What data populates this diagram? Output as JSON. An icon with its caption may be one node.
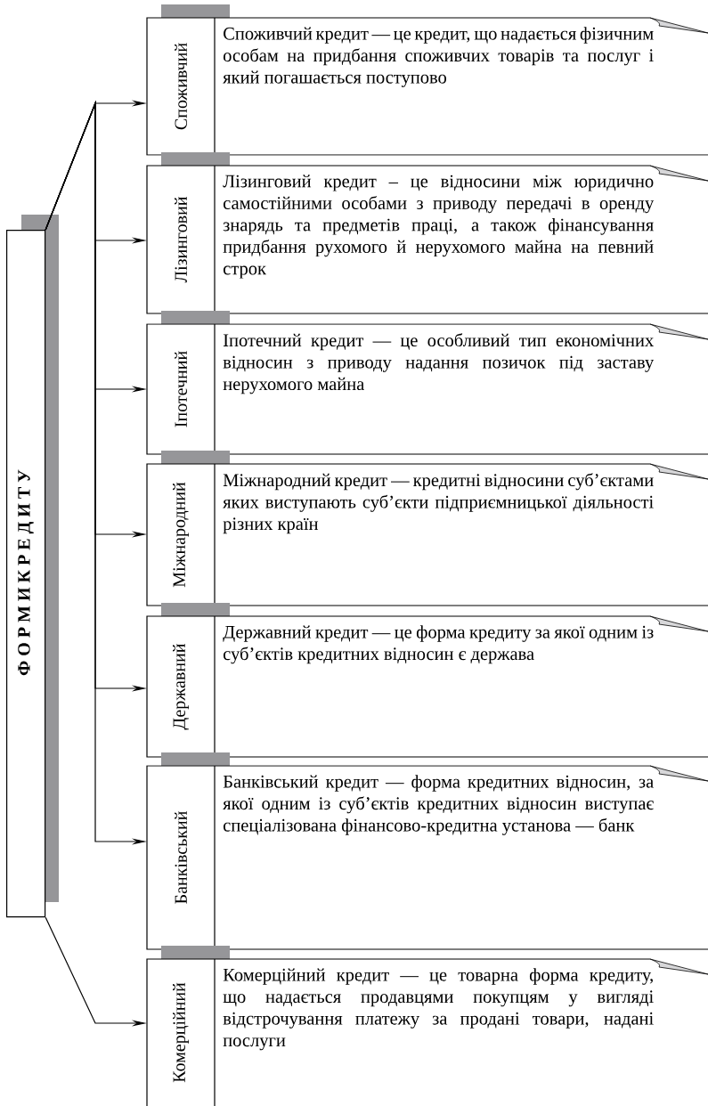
{
  "diagram": {
    "nodes": [
      {
        "text": [
          "Ф О Р М И К Р Е Д И Т У"
        ]
      },
      {
        "text": [
          "Споживчий",
          "Споживчий кредит — це кредит, що надається фізичним особам на придбання споживчих товарів та послуг і який погашається поступово"
        ]
      },
      {
        "text": [
          "Лізинговий",
          "Лізинговий кредит – це відносини між юридично самостійними особами з приводу передачі в оренду знарядь та предметів праці, а також фінансування придбання рухомого й нерухомого майна на певний строк"
        ]
      },
      {
        "text": [
          "Іпотечний",
          "Іпотечний кредит — це особливий тип економічних відносин з приводу надання позичок під заставу нерухомого майна"
        ]
      },
      {
        "text": [
          "Міжнародний",
          "Міжнародний кредит — кредитні відносини суб’єктами яких виступають суб’єкти підприємницької діяльності різних країн"
        ]
      },
      {
        "text": [
          "Державний",
          "Державний кредит — це форма кредиту за якої одним із суб’єктів кредитних відносин є держава"
        ]
      },
      {
        "text": [
          "Банківський",
          "Банківський кредит — форма кредитних відносин, за якої одним із суб’єктів кредитних відносин виступає спеціалізована фінансово-кредитна установа — банк"
        ]
      },
      {
        "text": [
          "Комерційний",
          "Комерційний кредит — це товарна форма кредиту, що надається продавцями покупцям у вигляді відстрочування платежу за продані товари, надані послуги"
        ]
      }
    ],
    "edges": [
      {
        "from": 0,
        "to": 1,
        "arrow": "to"
      },
      {
        "from": 0,
        "to": 2,
        "arrow": "to"
      },
      {
        "from": 0,
        "to": 3,
        "arrow": "to"
      },
      {
        "from": 0,
        "to": 4,
        "arrow": "to"
      },
      {
        "from": 0,
        "to": 5,
        "arrow": "to"
      },
      {
        "from": 0,
        "to": 6,
        "arrow": "to"
      },
      {
        "from": 0,
        "to": 7,
        "arrow": "to"
      }
    ]
  }
}
